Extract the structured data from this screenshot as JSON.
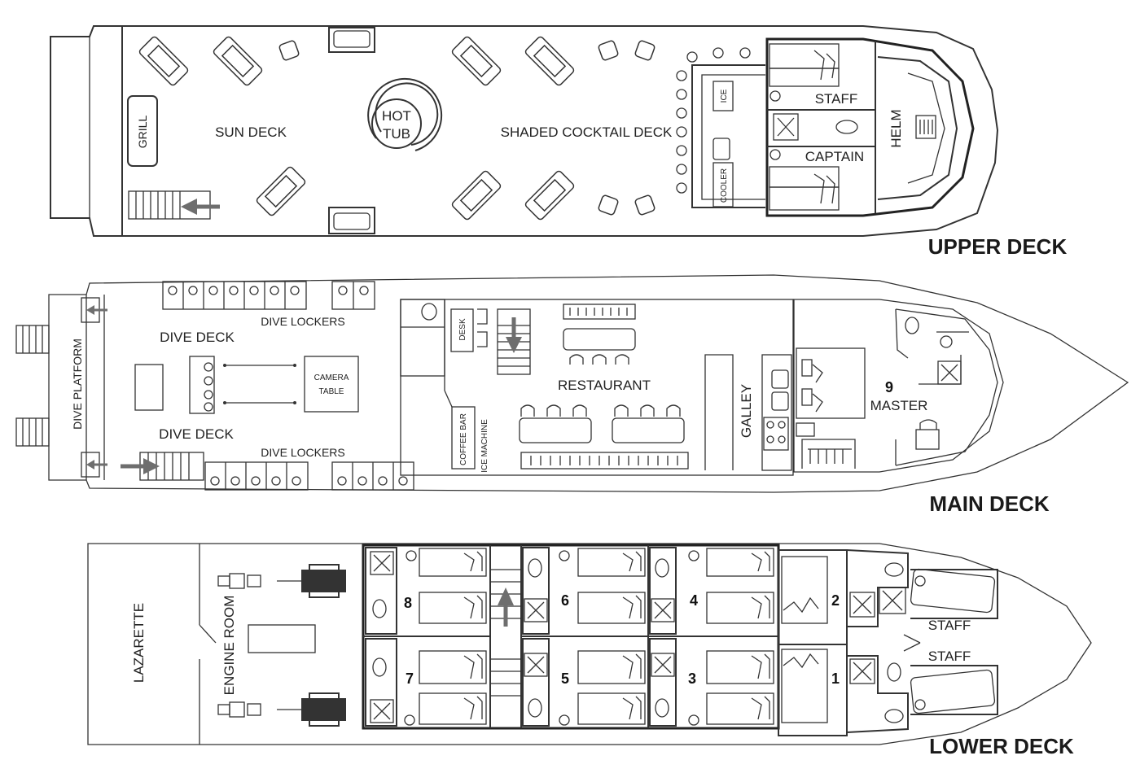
{
  "colors": {
    "upper_deck": "#f8ec7d",
    "upper_cabin": "#fbf3b4",
    "main_deck": "#c9e6b9",
    "main_cabin": "#e2f0d9",
    "lower_deck": "#bfe3ea",
    "lower_cabin": "#dbeef2",
    "arrow": "#6e6e6e"
  },
  "upper_deck": {
    "title": "UPPER DECK",
    "grill": "GRILL",
    "sun_deck": "SUN DECK",
    "hot_tub_line1": "HOT",
    "hot_tub_line2": "TUB",
    "shaded_cocktail_deck": "SHADED COCKTAIL DECK",
    "ice": "ICE",
    "cooler": "COOLER",
    "staff": "STAFF",
    "captain": "CAPTAIN",
    "helm": "HELM"
  },
  "main_deck": {
    "title": "MAIN DECK",
    "dive_platform": "DIVE PLATFORM",
    "dive_deck_top": "DIVE DECK",
    "dive_deck_bottom": "DIVE DECK",
    "dive_lockers_top": "DIVE LOCKERS",
    "dive_lockers_bottom": "DIVE LOCKERS",
    "camera_table_line1": "CAMERA",
    "camera_table_line2": "TABLE",
    "desk": "DESK",
    "restaurant": "RESTAURANT",
    "coffee_bar": "COFFEE BAR",
    "ice_machine": "ICE MACHINE",
    "galley": "GALLEY",
    "cabin_9_number": "9",
    "cabin_9_name": "MASTER"
  },
  "lower_deck": {
    "title": "LOWER DECK",
    "lazarette": "LAZARETTE",
    "engine_room": "ENGINE ROOM",
    "cabins": [
      "8",
      "7",
      "6",
      "5",
      "4",
      "3",
      "2",
      "1"
    ],
    "staff_top": "STAFF",
    "staff_bottom": "STAFF"
  }
}
